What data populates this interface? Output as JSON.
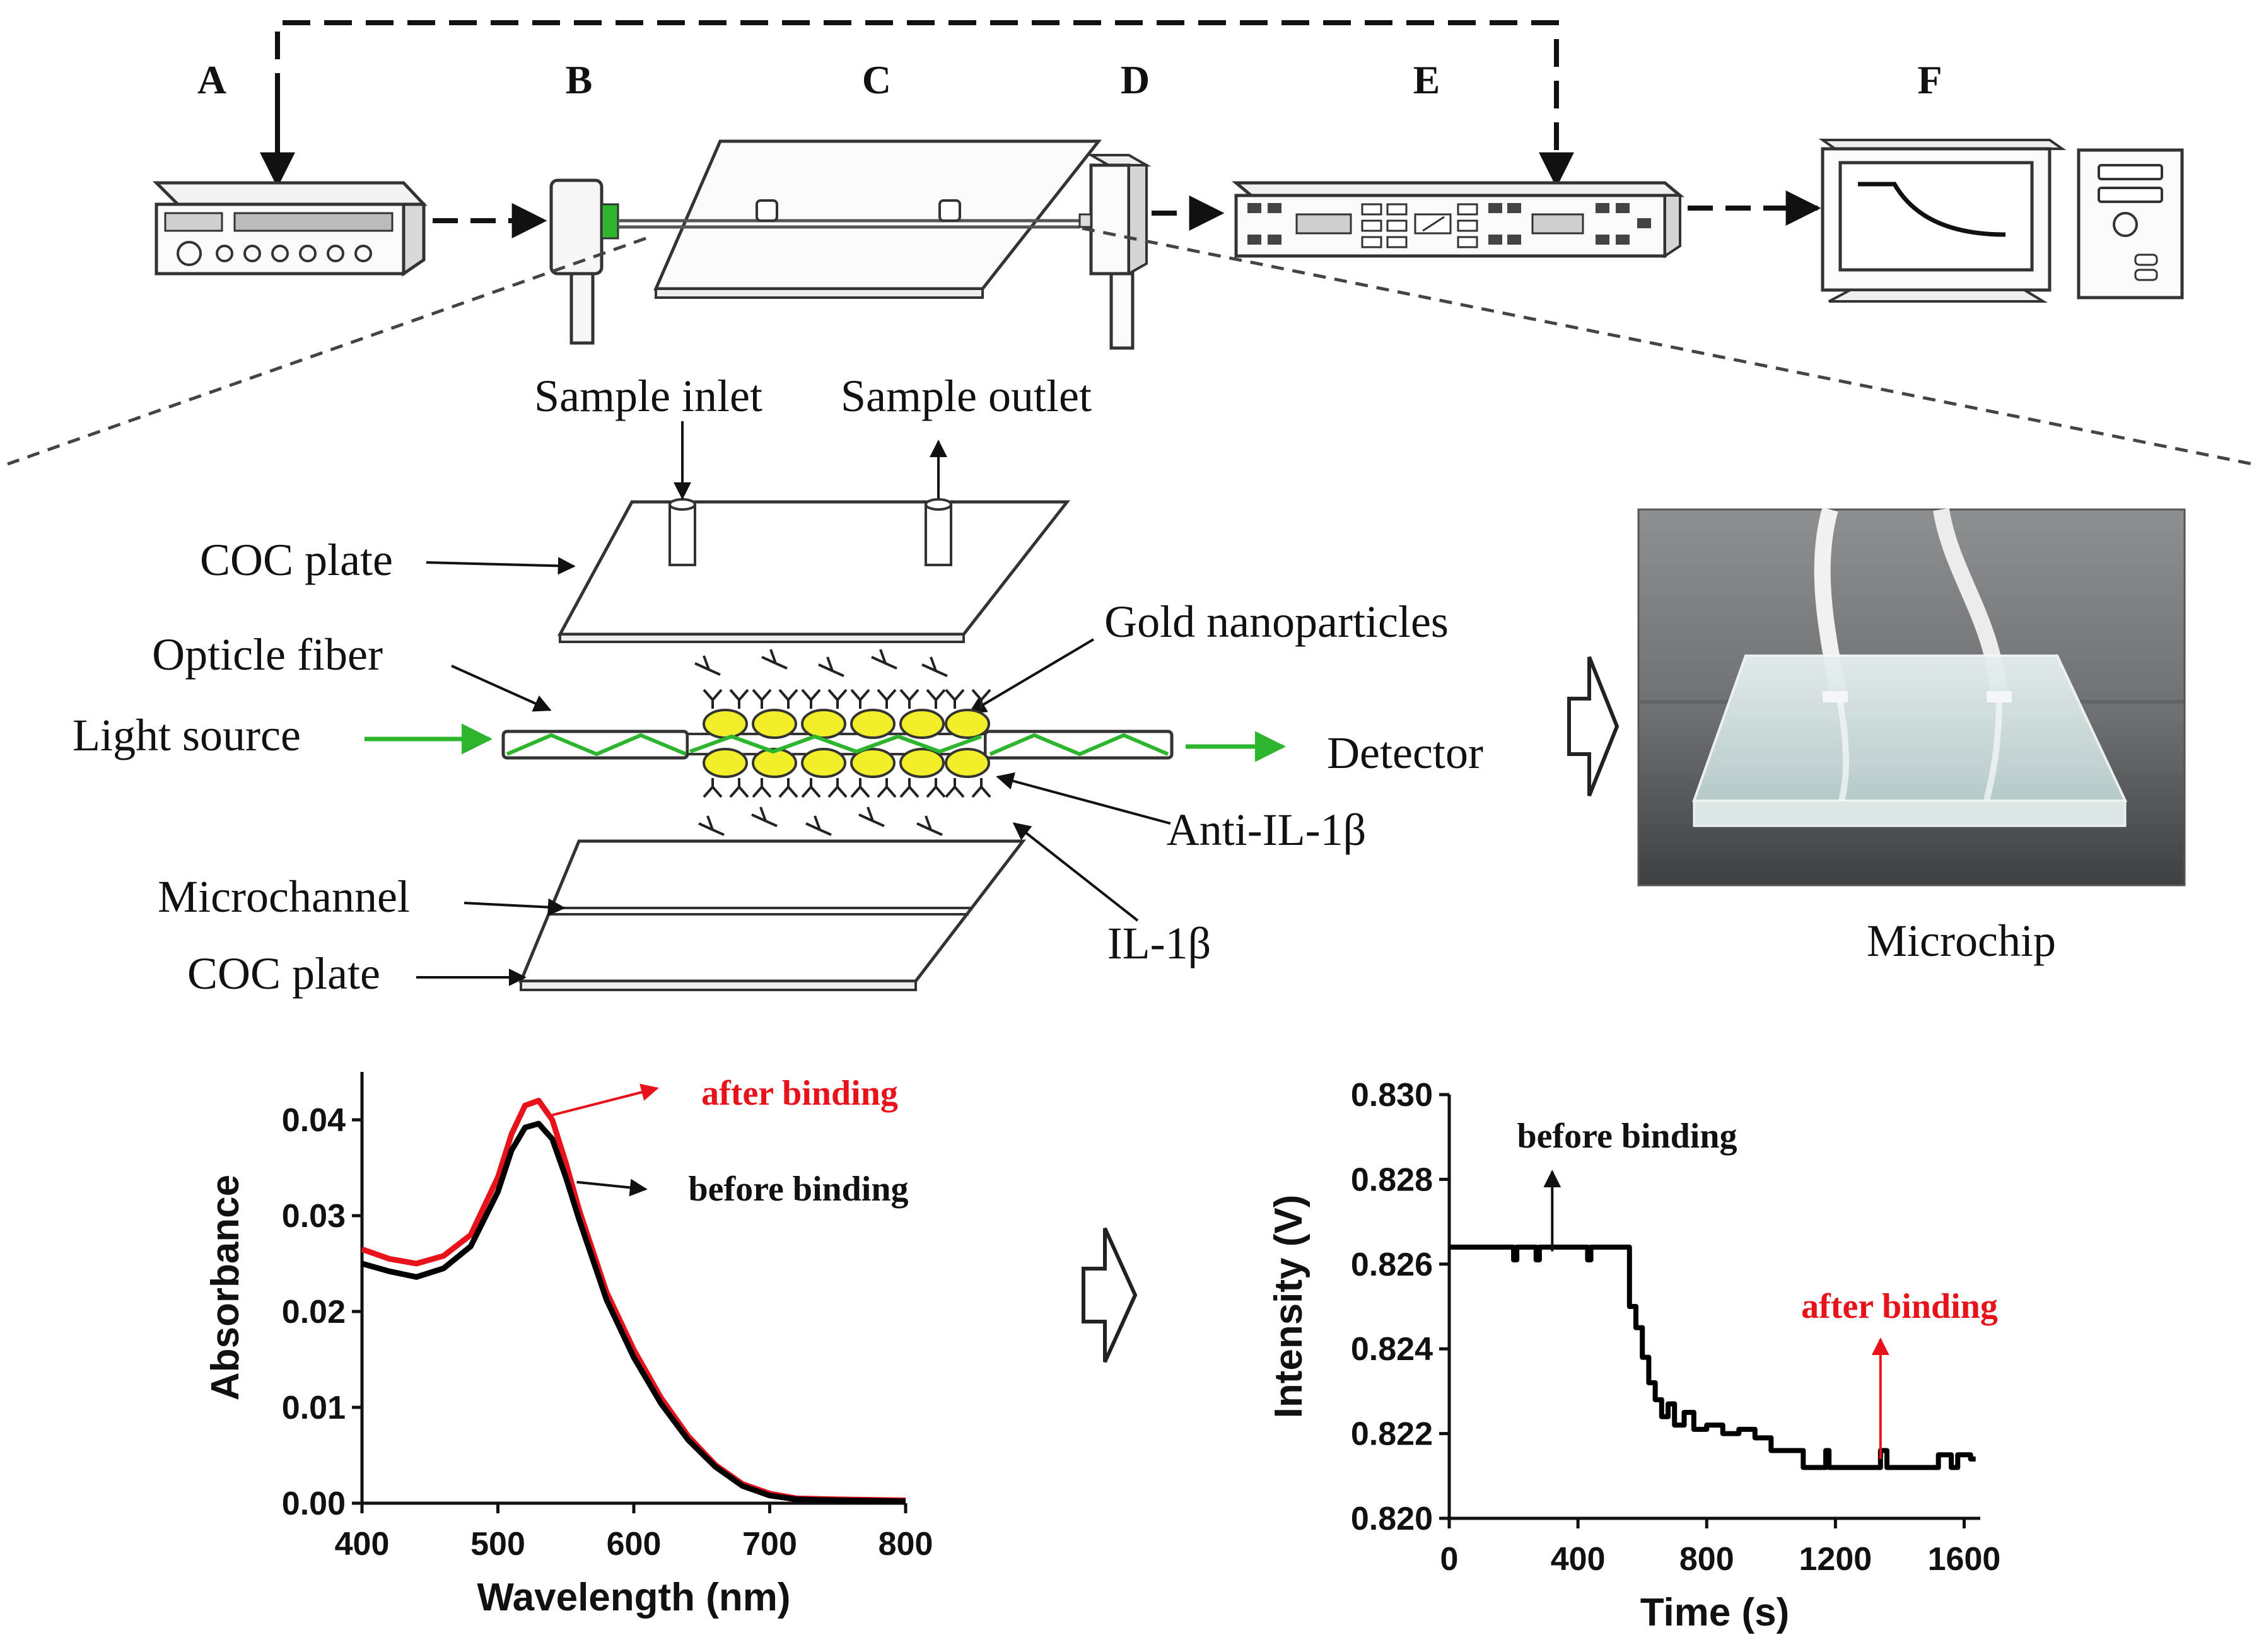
{
  "panel_letters": [
    "A",
    "B",
    "C",
    "D",
    "E",
    "F"
  ],
  "labels": {
    "sample_inlet": "Sample inlet",
    "sample_outlet": "Sample outlet",
    "coc_plate_top": "COC plate",
    "optic_fiber": "Opticle fiber",
    "gold_nanoparticles": "Gold nanoparticles",
    "light_source": "Light source",
    "detector": "Detector",
    "anti_il1b": "Anti-IL-1β",
    "il1b": "IL-1β",
    "microchannel": "Microchannel",
    "coc_plate_bottom": "COC plate",
    "microchip": "Microchip"
  },
  "colors": {
    "green": "#2db52d",
    "red": "#e8121b",
    "gold": "#f2ee2a",
    "black": "#000000"
  },
  "chart_data": [
    {
      "type": "line",
      "xlabel": "Wavelength (nm)",
      "ylabel": "Absorbance",
      "xlim": [
        400,
        800
      ],
      "ylim": [
        0,
        0.045
      ],
      "xticks": [
        "400",
        "500",
        "600",
        "700",
        "800"
      ],
      "yticks": [
        "0.00",
        "0.01",
        "0.02",
        "0.03",
        "0.04"
      ],
      "series": [
        {
          "name": "after binding",
          "color": "#e8121b",
          "x": [
            400,
            420,
            440,
            460,
            480,
            500,
            510,
            520,
            530,
            540,
            550,
            560,
            580,
            600,
            620,
            640,
            660,
            680,
            700,
            720,
            750,
            800
          ],
          "y": [
            0.0265,
            0.0255,
            0.025,
            0.0258,
            0.028,
            0.034,
            0.0385,
            0.0415,
            0.042,
            0.04,
            0.0355,
            0.0305,
            0.022,
            0.016,
            0.011,
            0.007,
            0.004,
            0.002,
            0.001,
            0.0005,
            0.0004,
            0.0003
          ]
        },
        {
          "name": "before binding",
          "color": "#000000",
          "x": [
            400,
            420,
            440,
            460,
            480,
            500,
            510,
            520,
            530,
            540,
            550,
            560,
            580,
            600,
            620,
            640,
            660,
            680,
            700,
            720,
            750,
            800
          ],
          "y": [
            0.025,
            0.0242,
            0.0236,
            0.0245,
            0.0268,
            0.0325,
            0.0368,
            0.0392,
            0.0396,
            0.038,
            0.034,
            0.0295,
            0.0212,
            0.0152,
            0.0104,
            0.0066,
            0.0038,
            0.0018,
            0.0008,
            0.0004,
            0.0003,
            0.0002
          ]
        }
      ],
      "annotations": [
        "after binding",
        "before binding"
      ]
    },
    {
      "type": "line",
      "xlabel": "Time (s)",
      "ylabel": "Intensity (V)",
      "xlim": [
        0,
        1650
      ],
      "ylim": [
        0.82,
        0.83
      ],
      "xticks": [
        "0",
        "400",
        "800",
        "1200",
        "1600"
      ],
      "yticks": [
        "0.820",
        "0.822",
        "0.824",
        "0.826",
        "0.828",
        "0.830"
      ],
      "series": [
        {
          "name": "",
          "color": "#000000",
          "x": [
            0,
            190,
            200,
            210,
            260,
            270,
            280,
            420,
            430,
            440,
            540,
            560,
            580,
            600,
            620,
            640,
            660,
            680,
            700,
            730,
            760,
            800,
            850,
            900,
            950,
            1000,
            1080,
            1100,
            1170,
            1180,
            1200,
            1300,
            1340,
            1360,
            1400,
            1420,
            1500,
            1520,
            1560,
            1580,
            1620
          ],
          "y": [
            0.8264,
            0.8264,
            0.8261,
            0.8264,
            0.8264,
            0.8261,
            0.8264,
            0.8264,
            0.8261,
            0.8264,
            0.8264,
            0.825,
            0.8245,
            0.8238,
            0.8232,
            0.8228,
            0.8224,
            0.8227,
            0.8222,
            0.8225,
            0.8221,
            0.8222,
            0.822,
            0.8221,
            0.8219,
            0.8216,
            0.8216,
            0.8212,
            0.8216,
            0.8212,
            0.8212,
            0.8212,
            0.8216,
            0.8212,
            0.8212,
            0.8212,
            0.8212,
            0.8215,
            0.8212,
            0.8215,
            0.8214
          ]
        }
      ],
      "annotations": [
        "before binding",
        "after binding"
      ]
    }
  ]
}
